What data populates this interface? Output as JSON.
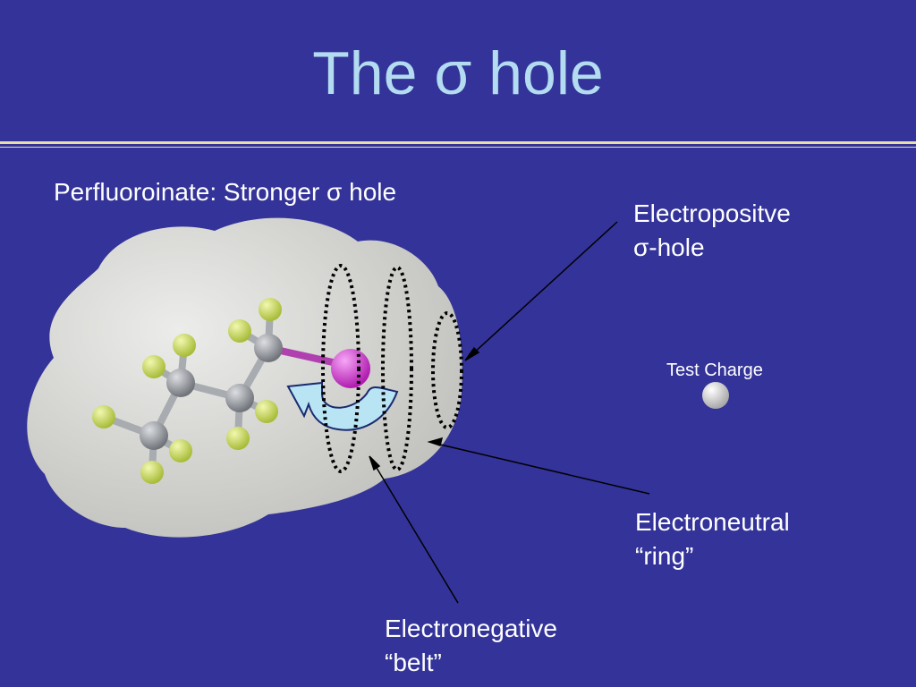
{
  "slide": {
    "title": "The σ hole",
    "subtitle": "Perfluoroinate: Stronger σ hole"
  },
  "labels": {
    "electropositive_line1": "Electropositve",
    "electropositive_line2": "σ-hole",
    "test_charge": "Test Charge",
    "electroneutral_line1": "Electroneutral",
    "electroneutral_line2": "“ring”",
    "electronegative_line1": "Electronegative",
    "electronegative_line2": "“belt”"
  },
  "colors": {
    "background": "#333399",
    "title": "#b4dcf0",
    "rule": "#e6e0a8",
    "surface": "#d8d8d4",
    "fluorine": "#c6d860",
    "carbon": "#9a9ea4",
    "iodine": "#d640d6",
    "arrow_fill": "#b8e4f4"
  }
}
